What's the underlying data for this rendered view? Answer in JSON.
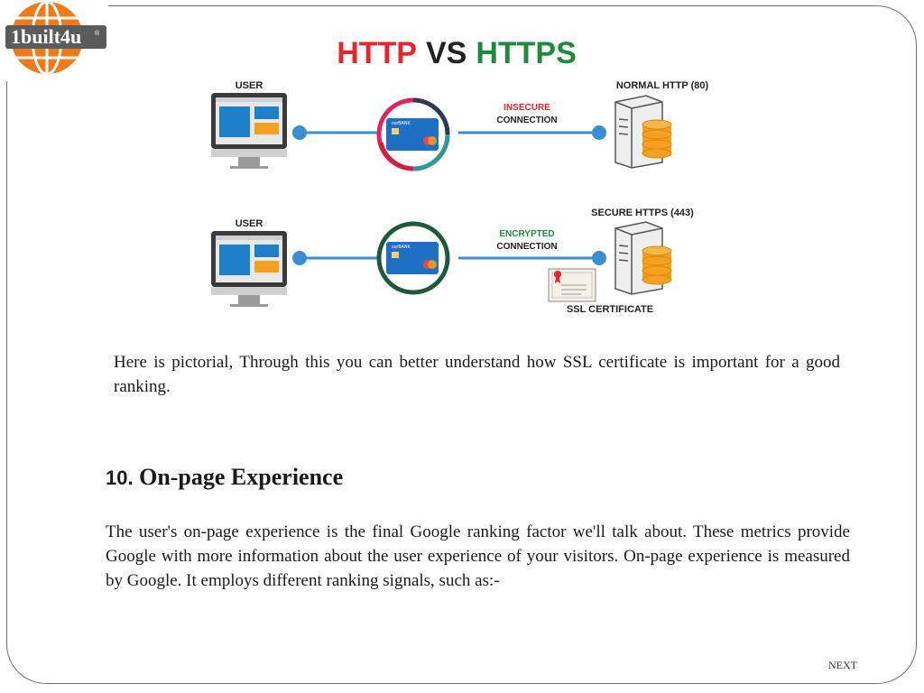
{
  "logo": {
    "text": "1built4u",
    "mark": "®"
  },
  "diagram": {
    "title_http": "HTTP",
    "title_vs": "VS",
    "title_https": "HTTPS",
    "top": {
      "user_label": "USER",
      "server_label": "NORMAL HTTP (80)",
      "status_label": "INSECURE",
      "connection_label": "CONNECTION",
      "card_label": "ourBANK"
    },
    "bottom": {
      "user_label": "USER",
      "server_label": "SECURE HTTPS (443)",
      "status_label": "ENCRYPTED",
      "connection_label": "CONNECTION",
      "card_label": "ourBANK",
      "certificate_label": "SSL CERTIFICATE"
    },
    "colors": {
      "http_red": "#e5262c",
      "https_green": "#1f8a3c",
      "line_blue": "#3b8fd0",
      "ring_dark_green": "#1e5a3a",
      "server_orange": "#f4a020"
    }
  },
  "caption": "Here is pictorial, Through this you can better understand how SSL certificate is important for a good ranking.",
  "section": {
    "number": "10.",
    "title": "On-page Experience",
    "body": "The user's on-page experience is the final Google ranking factor we'll talk about. These metrics provide Google with more information about the user experience of your visitors. On-page experience is measured by Google. It employs different ranking signals, such as:-"
  },
  "nav": {
    "next_label": "NEXT"
  }
}
